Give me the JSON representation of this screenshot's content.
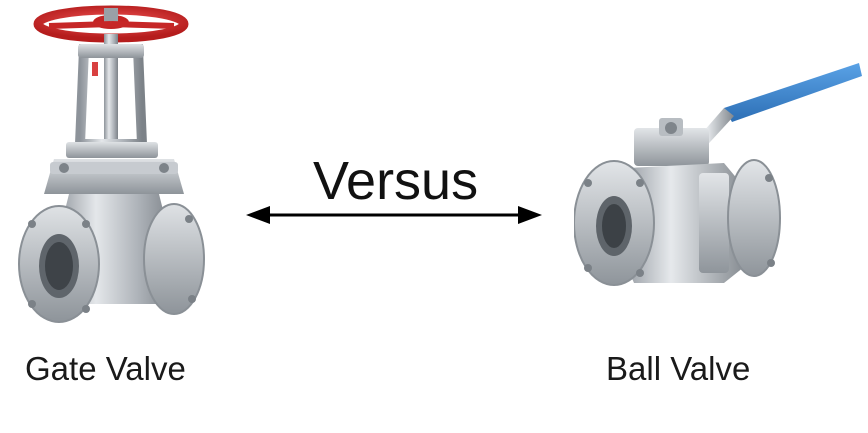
{
  "comparison": {
    "center_text": "Versus",
    "left": {
      "label": "Gate Valve",
      "icon": "gate-valve-image"
    },
    "right": {
      "label": "Ball Valve",
      "icon": "ball-valve-image"
    }
  },
  "colors": {
    "handwheel": "#d42a2a",
    "lever_handle": "#3a86d4",
    "steel": "#b9bec4",
    "text": "#111111"
  }
}
